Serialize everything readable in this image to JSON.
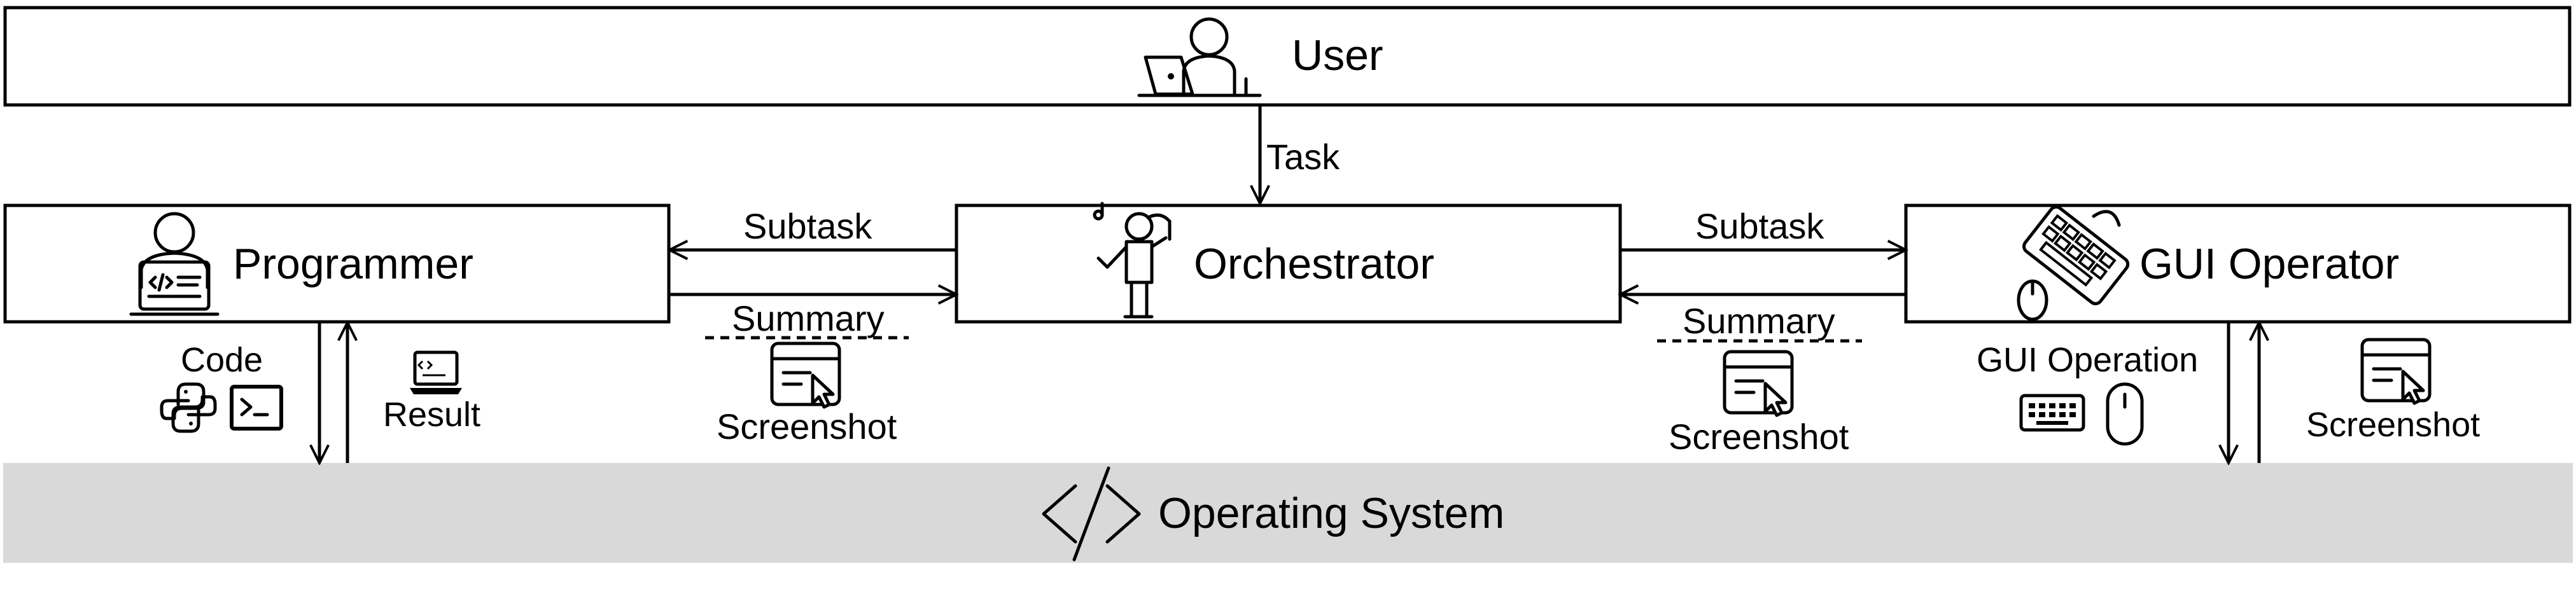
{
  "nodes": {
    "user": {
      "label": "User"
    },
    "programmer": {
      "label": "Programmer"
    },
    "orchestrator": {
      "label": "Orchestrator"
    },
    "gui_operator": {
      "label": "GUI Operator"
    },
    "os": {
      "label": "Operating System"
    }
  },
  "edges": {
    "task": "Task",
    "subtask_left": "Subtask",
    "summary_left": "Summary",
    "screenshot_left": "Screenshot",
    "subtask_right": "Subtask",
    "summary_right": "Summary",
    "screenshot_right": "Screenshot",
    "code": "Code",
    "result": "Result",
    "gui_operation": "GUI Operation",
    "screenshot_gui": "Screenshot"
  },
  "colors": {
    "stroke": "#000000",
    "os_fill": "#d9d9d9",
    "box_fill": "#ffffff"
  },
  "icons": [
    "person-laptop-icon",
    "programmer-icon",
    "conductor-icon",
    "keyboard-mouse-icon",
    "python-icon",
    "terminal-icon",
    "laptop-icon",
    "screenshot-icon",
    "keyboard-icon",
    "mouse-icon",
    "code-brackets-icon"
  ]
}
